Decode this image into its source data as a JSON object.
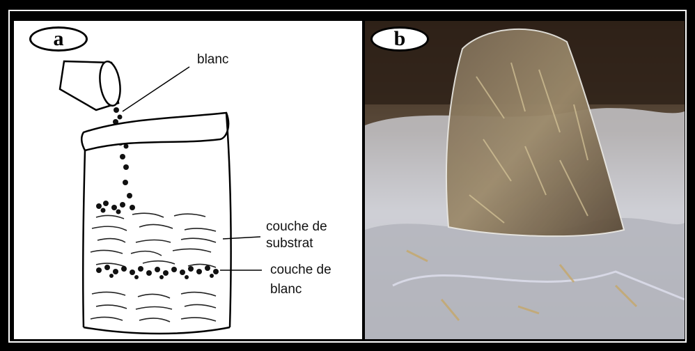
{
  "panel_a": {
    "badge": "a",
    "labels": {
      "blanc": "blanc",
      "substrat_line1": "couche de",
      "substrat_line2": "substrat",
      "blanc_layer_line1": "couche de",
      "blanc_layer_line2": "blanc"
    }
  },
  "panel_b": {
    "badge": "b"
  }
}
